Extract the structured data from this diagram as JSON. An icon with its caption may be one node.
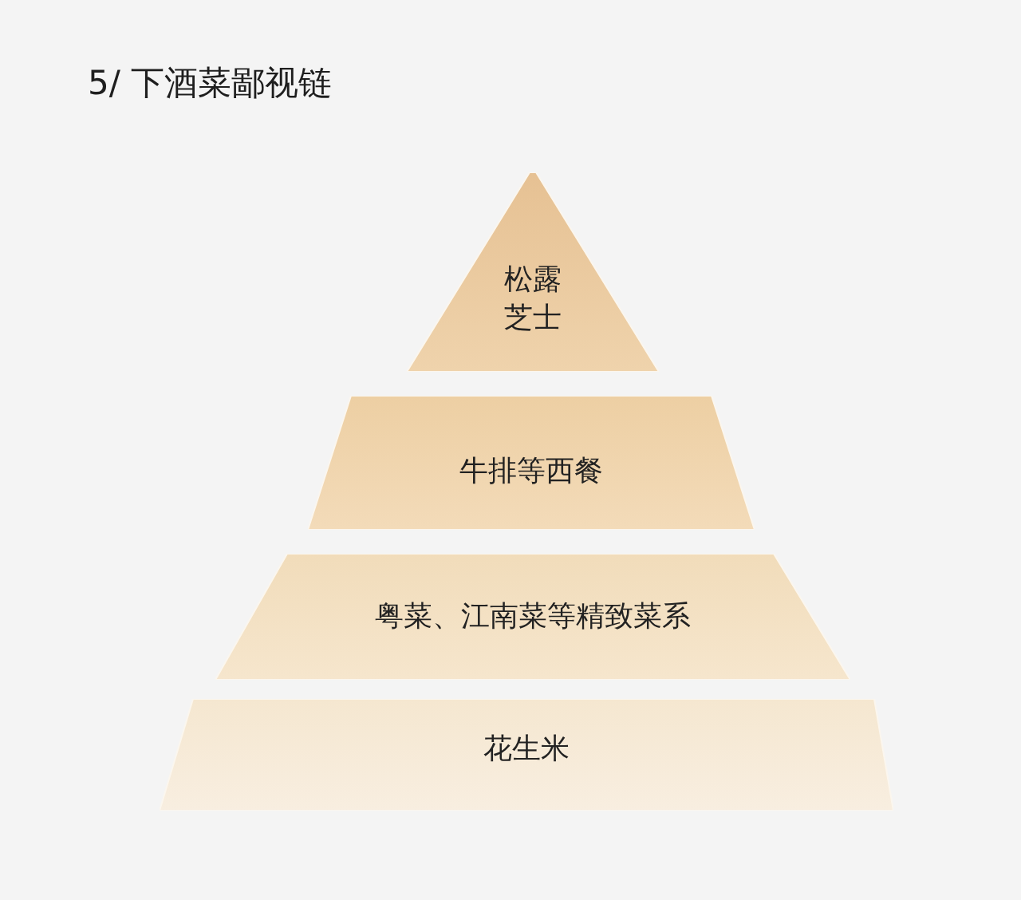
{
  "diagram": {
    "title": "5/ 下酒菜鄙视链",
    "nodes": [
      {
        "text": [
          "松露芝士"
        ]
      },
      {
        "text": [
          "牛排等西餐"
        ]
      },
      {
        "text": [
          "粤菜、江南菜等精致菜系"
        ]
      },
      {
        "text": [
          "花生米"
        ]
      }
    ]
  }
}
